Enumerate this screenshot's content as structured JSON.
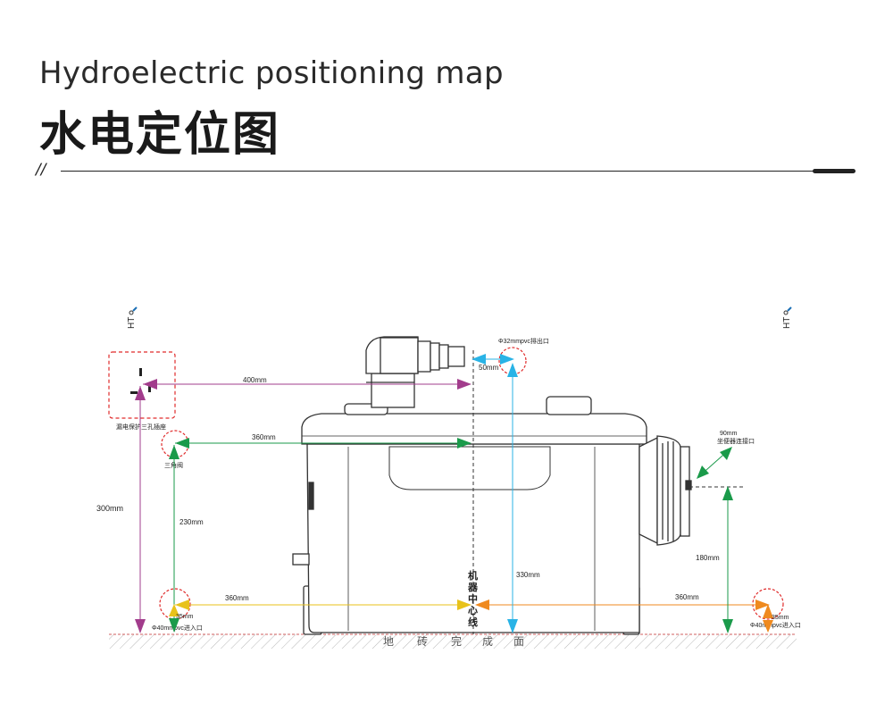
{
  "header": {
    "title_en": "Hydroelectric positioning map",
    "title_zh": "水电定位图",
    "section_mark": "//"
  },
  "diagram": {
    "dimensions": {
      "socket_to_center": "400mm",
      "valve_to_center": "360mm",
      "left_inlet_to_center": "360mm",
      "right_inlet_to_center": "360mm",
      "socket_height": "300mm",
      "valve_height": "230mm",
      "outlet_offset": "50mm",
      "outlet_height": "330mm",
      "toilet_port_height": "180mm",
      "toilet_port_size": "90mm",
      "left_inlet_height": "35mm",
      "right_inlet_height": "35mm"
    },
    "labels": {
      "socket": "漏电保护三孔插座",
      "valve": "三角阀",
      "outlet": "Φ32mmpvc排出口",
      "toilet_port": "90mm\n坐便器连接口",
      "left_inlet": "Φ40mmpvc进入口",
      "right_inlet": "Φ40mmpvc进入口",
      "centerline": [
        "机",
        "器",
        "中",
        "心",
        "线"
      ],
      "floor": [
        "地",
        "砖",
        "完",
        "成",
        "面"
      ],
      "left_tag": "HT",
      "right_tag": "HT"
    },
    "colors": {
      "purple": "#a23c8c",
      "green": "#1a9a4a",
      "yellow": "#e8c21a",
      "cyan": "#29b3e6",
      "orange": "#ef8a1f",
      "red_dash": "#e02b2b",
      "hatch": "#d06060"
    }
  }
}
